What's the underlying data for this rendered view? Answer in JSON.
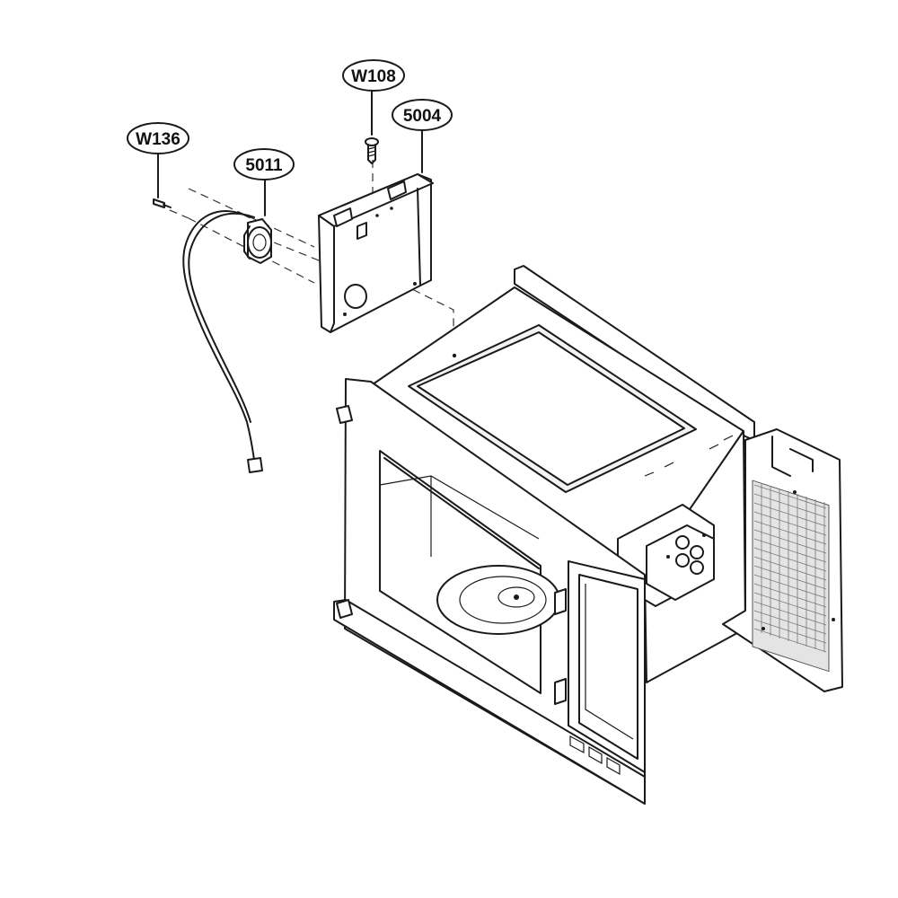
{
  "callouts": {
    "w136": "W136",
    "p5011": "5011",
    "w108": "W108",
    "p5004": "5004"
  },
  "parts": {
    "screw_w136": "screw",
    "lamp_socket_5011": "lamp socket with harness",
    "screw_w108": "screw",
    "bracket_5004": "lamp bracket",
    "cavity": "microwave cavity assembly"
  }
}
